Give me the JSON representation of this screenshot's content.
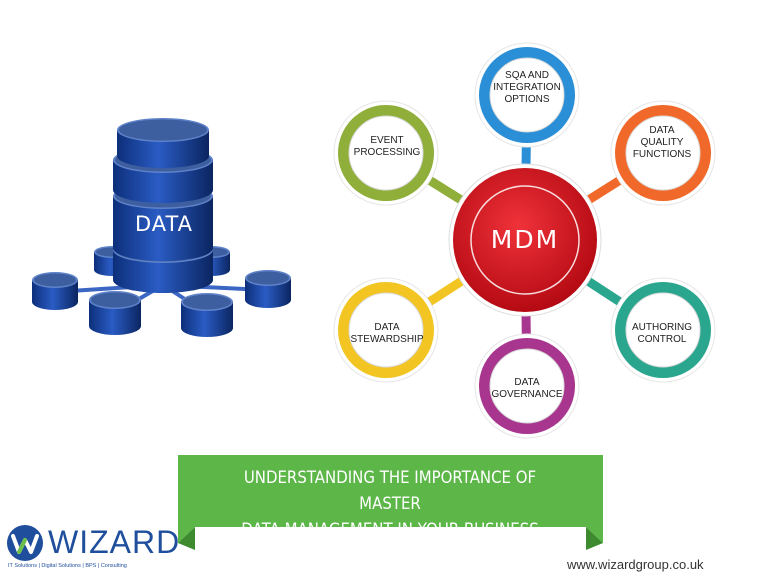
{
  "database_label": "DATA",
  "hub": {
    "label": "MDM",
    "color": "#d8111b"
  },
  "nodes": [
    {
      "label": "SQA AND\nINTEGRATION\nOPTIONS",
      "color": "#2a8fd6"
    },
    {
      "label": "DATA\nQUALITY\nFUNCTIONS",
      "color": "#f1692a"
    },
    {
      "label": "AUTHORING\nCONTROL",
      "color": "#2aa68f"
    },
    {
      "label": "DATA\nGOVERNANCE",
      "color": "#a8368f"
    },
    {
      "label": "DATA\nSTEWARDSHIP",
      "color": "#f2c523"
    },
    {
      "label": "EVENT\nPROCESSING",
      "color": "#8fae3a"
    }
  ],
  "banner": {
    "line1": "Understanding the importance of master",
    "line2": "data management in your business",
    "color": "#5cb648"
  },
  "logo": {
    "name": "WIZARD",
    "tagline": "IT Solutions | Digital Solutions | BPS | Consulting"
  },
  "footer_url": "www.wizardgroup.co.uk"
}
